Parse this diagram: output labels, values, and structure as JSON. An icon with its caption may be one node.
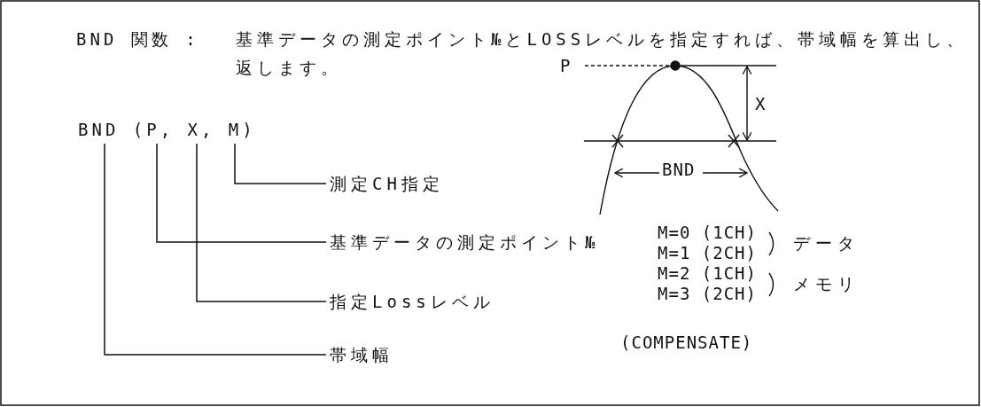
{
  "diagram": {
    "nodes": [
      {
        "text": [
          "BND (P, X, M)"
        ]
      },
      {
        "text": [
          "測定CH指定"
        ]
      },
      {
        "text": [
          "基準データの測定ポイント№"
        ]
      },
      {
        "text": [
          "指定Lossレベル"
        ]
      },
      {
        "text": [
          "帯域幅"
        ]
      }
    ],
    "edges": [
      {
        "from": 1,
        "to": 0,
        "arrow": "none"
      },
      {
        "from": 2,
        "to": 0,
        "arrow": "none"
      },
      {
        "from": 3,
        "to": 0,
        "arrow": "none"
      },
      {
        "from": 4,
        "to": 0,
        "arrow": "none"
      }
    ],
    "labels": [
      "BND 関数 :",
      "基準データの測定ポイント№とLOSSレベルを指定すれば、帯域幅を算出し、返します。",
      "P",
      "X",
      "BND",
      "M=0 (1CH)",
      "M=1 (2CH)",
      "データ",
      "M=2 (1CH)",
      "M=3 (2CH)",
      "メモリ",
      "(COMPENSATE)"
    ]
  }
}
